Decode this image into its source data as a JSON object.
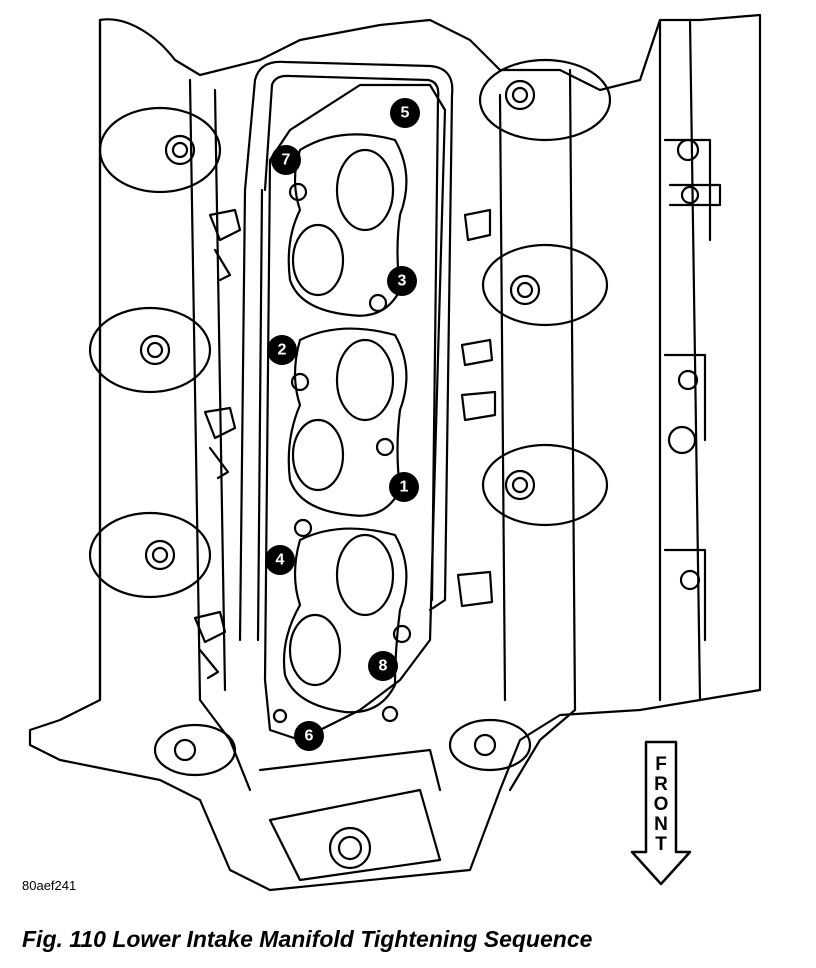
{
  "caption": "Fig. 110 Lower Intake Manifold Tightening Sequence",
  "image_code": "80aef241",
  "direction_label": "FRONT",
  "sequence": [
    {
      "id": "1",
      "label": "1"
    },
    {
      "id": "2",
      "label": "2"
    },
    {
      "id": "3",
      "label": "3"
    },
    {
      "id": "4",
      "label": "4"
    },
    {
      "id": "5",
      "label": "5"
    },
    {
      "id": "6",
      "label": "6"
    },
    {
      "id": "7",
      "label": "7"
    },
    {
      "id": "8",
      "label": "8"
    }
  ]
}
